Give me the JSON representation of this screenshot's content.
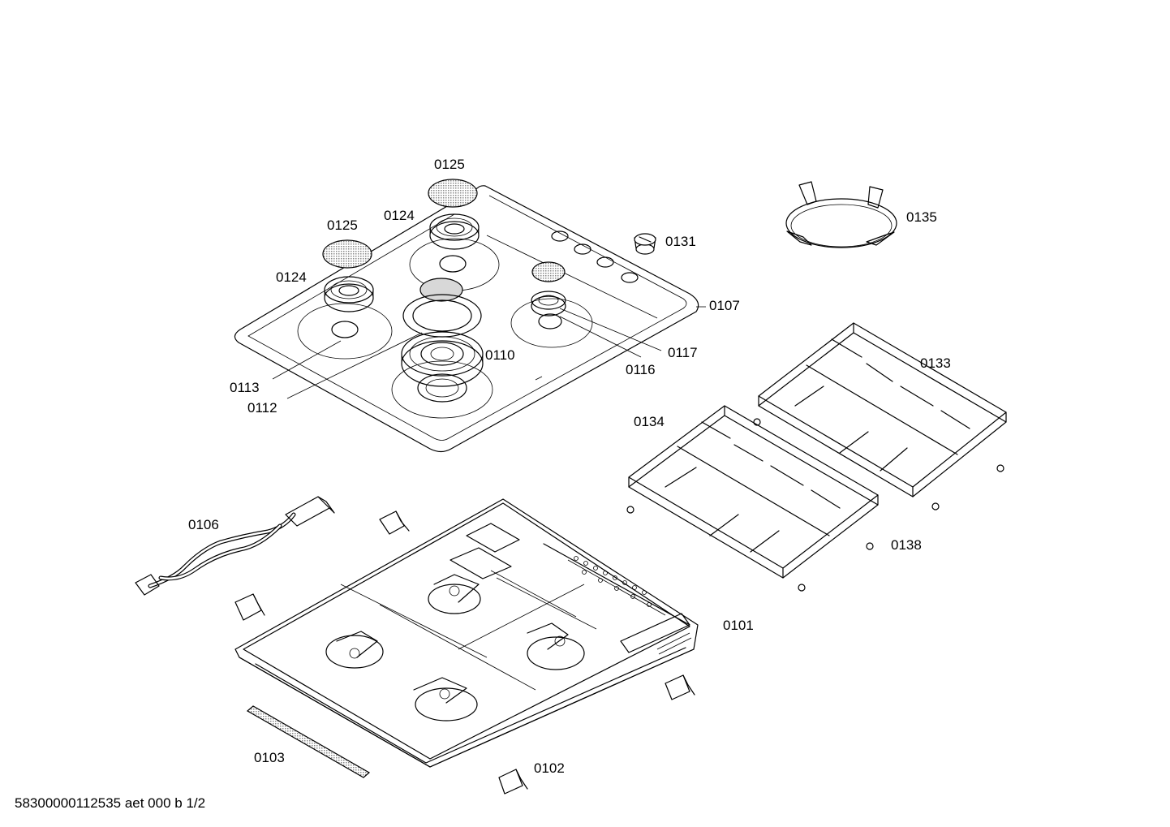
{
  "document_id": "58300000112535 aet 000 b 1/2",
  "part_labels": {
    "p0125_top": "0125",
    "p0124_top": "0124",
    "p0125_left": "0125",
    "p0124_left": "0124",
    "p0131": "0131",
    "p0135": "0135",
    "p0107": "0107",
    "p0117": "0117",
    "p0110": "0110",
    "p0116": "0116",
    "p0113": "0113",
    "p0112": "0112",
    "p0133": "0133",
    "p0134": "0134",
    "p0138": "0138",
    "p0106": "0106",
    "p0101": "0101",
    "p0103": "0103",
    "p0102": "0102"
  },
  "colors": {
    "line": "#000000",
    "background": "#ffffff",
    "mesh": "#c8c8c8"
  }
}
